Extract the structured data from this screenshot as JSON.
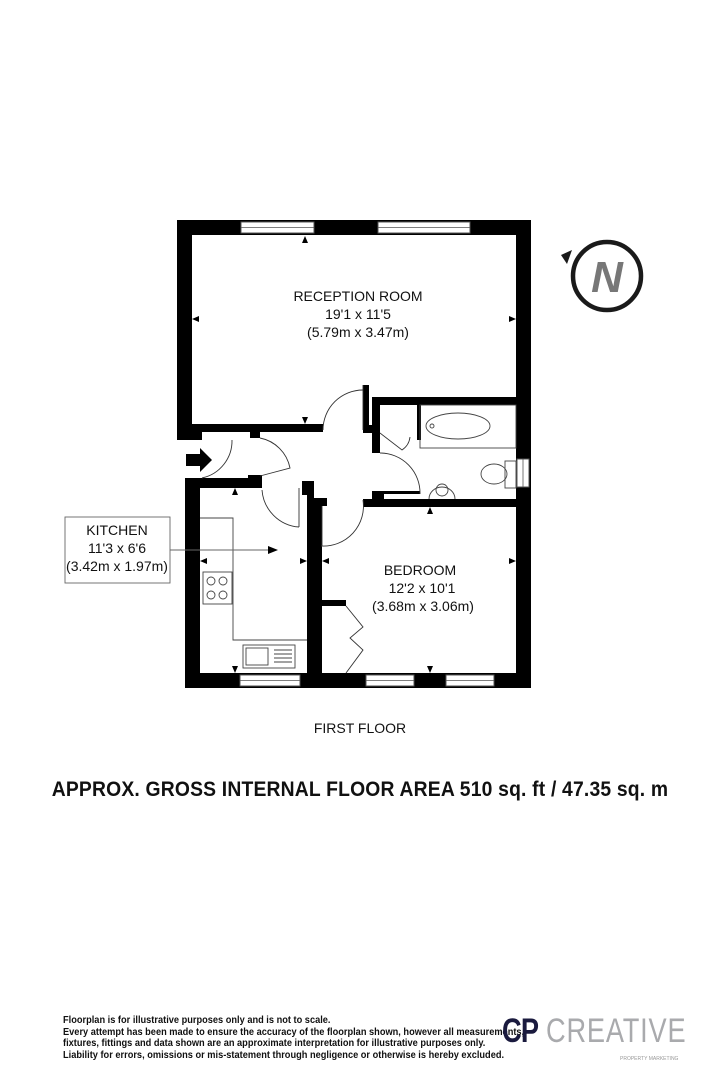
{
  "rooms": {
    "reception": {
      "name": "RECEPTION ROOM",
      "imperial": "19'1 x 11'5",
      "metric": "(5.79m x 3.47m)"
    },
    "bedroom": {
      "name": "BEDROOM",
      "imperial": "12'2 x 10'1",
      "metric": "(3.68m x 3.06m)"
    },
    "kitchen": {
      "name": "KITCHEN",
      "imperial": "11'3 x 6'6",
      "metric": "(3.42m x 1.97m)"
    }
  },
  "compass": {
    "letter": "N"
  },
  "floor_label": "FIRST FLOOR",
  "gross_area": "APPROX. GROSS INTERNAL FLOOR AREA 510 sq. ft / 47.35 sq. m",
  "disclaimer": [
    "Floorplan is for illustrative purposes only and is not to scale.",
    "Every attempt has been made to ensure the accuracy of the floorplan shown, however all measurements,",
    "fixtures, fittings and data shown are an approximate interpretation for illustrative purposes only.",
    "Liability for errors, omissions or mis-statement through negligence or otherwise is hereby excluded."
  ],
  "logo": {
    "cp": "CP",
    "creative": "CREATIVE",
    "tagline": "PROPERTY MARKETING"
  }
}
